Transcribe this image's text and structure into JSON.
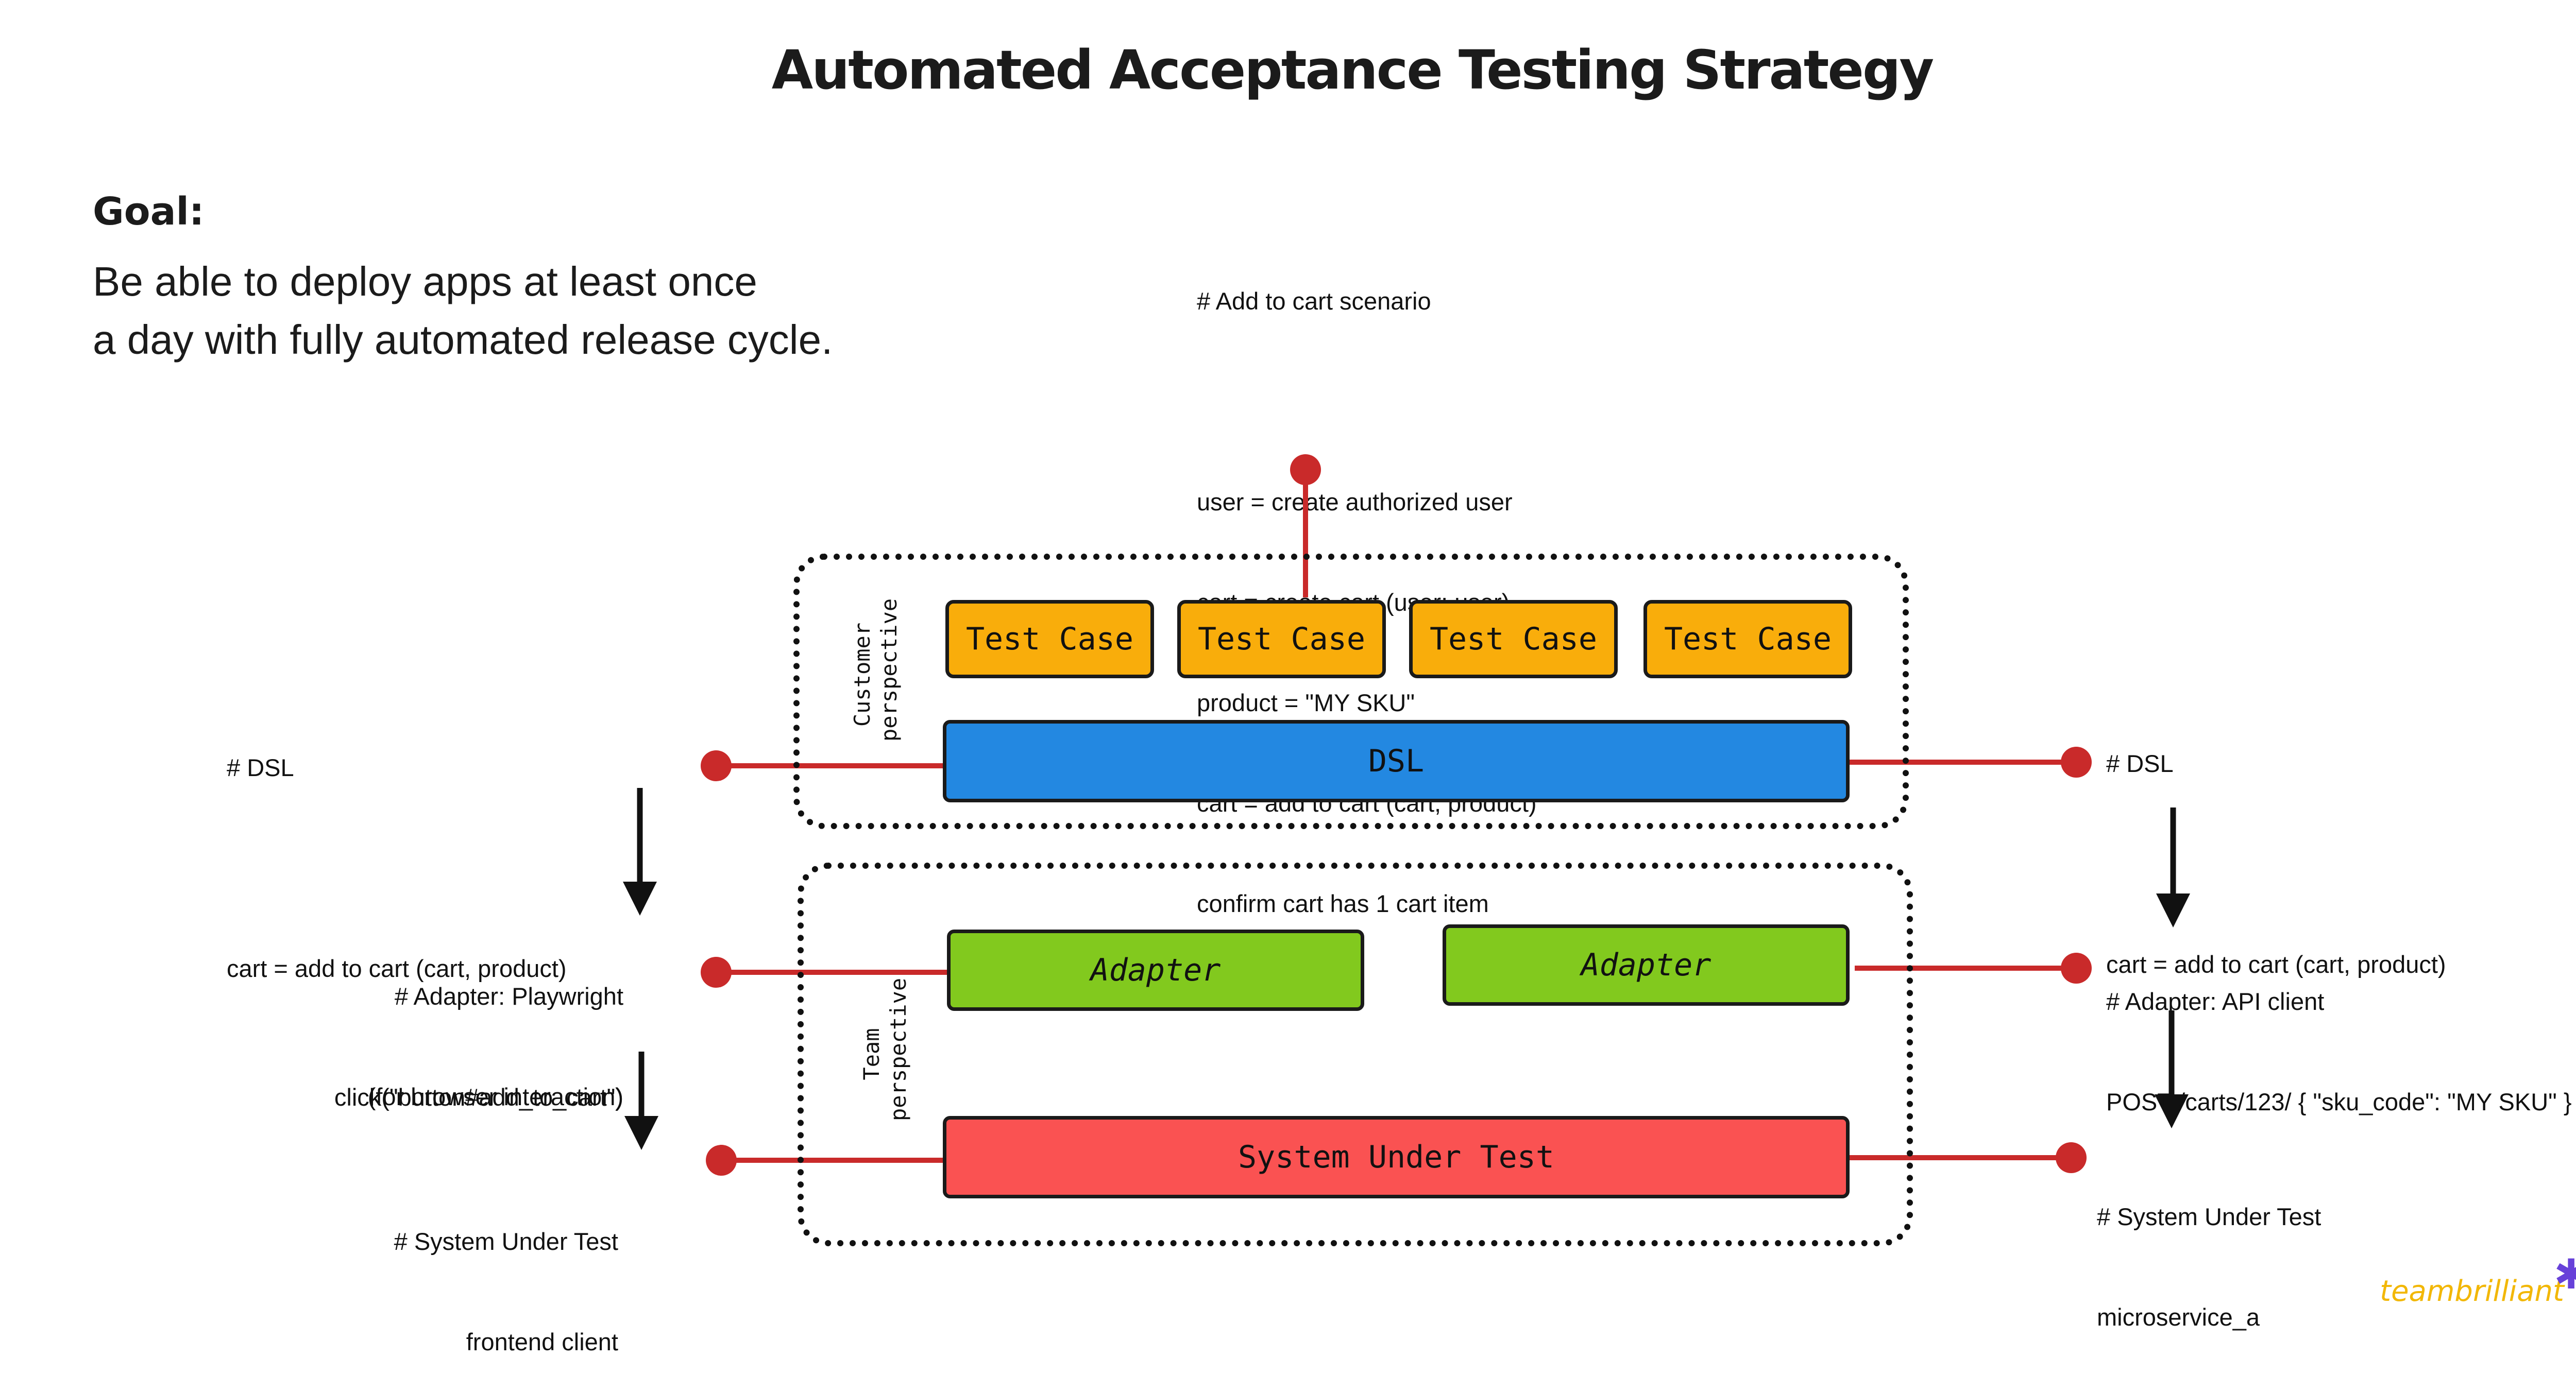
{
  "title": "Automated Acceptance Testing Strategy",
  "goal": {
    "label": "Goal:",
    "lines": [
      "Be able to deploy apps at least once",
      "a day with fully automated release cycle."
    ]
  },
  "scenario_note": {
    "lines": [
      "# Add to cart scenario",
      "",
      "user = create authorized user",
      "cart = create cart (user: user)",
      "product = \"MY SKU\"",
      "cart = add to cart (cart, product)",
      "confirm cart has 1 cart item"
    ]
  },
  "zones": {
    "customer_label": [
      "Customer",
      "perspective"
    ],
    "team_label": [
      "Team",
      "perspective"
    ]
  },
  "boxes": {
    "test_cases": [
      "Test Case",
      "Test Case",
      "Test Case",
      "Test Case"
    ],
    "dsl": "DSL",
    "adapter_left": "Adapter",
    "adapter_right": "Adapter",
    "sut": "System Under Test"
  },
  "left_notes": {
    "dsl": [
      "# DSL",
      "",
      "cart = add to cart (cart, product)"
    ],
    "adapter": [
      "# Adapter: Playwright",
      "(for browser interaction)"
    ],
    "call": "click(\"button#add_to_cart\")",
    "sut": [
      "# System Under Test",
      "frontend client"
    ]
  },
  "right_notes": {
    "dsl": [
      "# DSL",
      "",
      "cart = add to cart (cart, product)"
    ],
    "adapter": [
      "# Adapter: API client",
      "POST /carts/123/ { \"sku_code\": \"MY SKU\" }"
    ],
    "sut": [
      "# System Under Test",
      "microservice_a"
    ]
  },
  "brand": "teambrilliant",
  "colors": {
    "test_case": "#f9ad0b",
    "dsl": "#2388e1",
    "adapter": "#82c91e",
    "sut": "#fa5252",
    "connector": "#c92a2a",
    "brand": "#f2b705",
    "brand_star": "#6741d9"
  }
}
